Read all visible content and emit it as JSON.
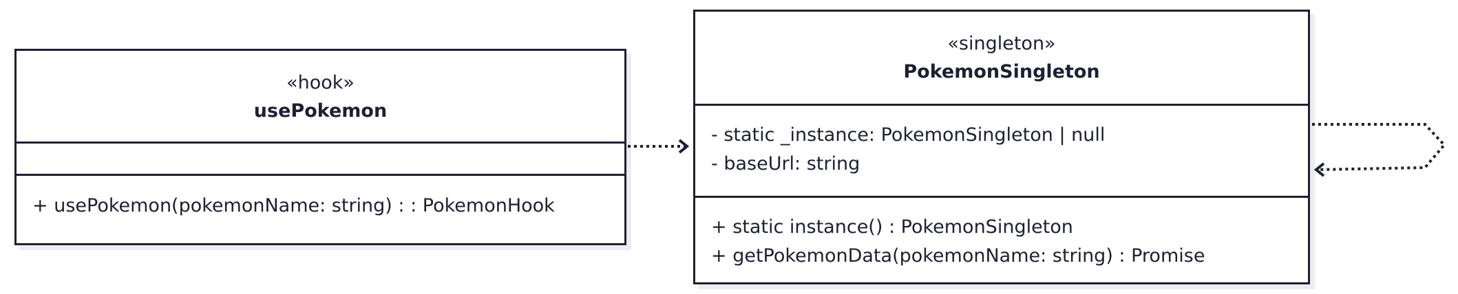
{
  "classes": [
    {
      "stereotype": "«hook»",
      "name": "usePokemon",
      "attributes": [],
      "methods": [
        "+ usePokemon(pokemonName: string) : : PokemonHook"
      ]
    },
    {
      "stereotype": "«singleton»",
      "name": "PokemonSingleton",
      "attributes": [
        "- static _instance: PokemonSingleton | null",
        "- baseUrl: string"
      ],
      "methods": [
        "+ static instance() : PokemonSingleton",
        "+ getPokemonData(pokemonName: string) : Promise"
      ]
    }
  ],
  "relationships": [
    {
      "from": "usePokemon",
      "to": "PokemonSingleton",
      "style": "dependency"
    },
    {
      "from": "PokemonSingleton",
      "to": "PokemonSingleton",
      "style": "dependency"
    }
  ],
  "colors": {
    "stroke": "#1e1f33",
    "background": "#ffffff"
  }
}
